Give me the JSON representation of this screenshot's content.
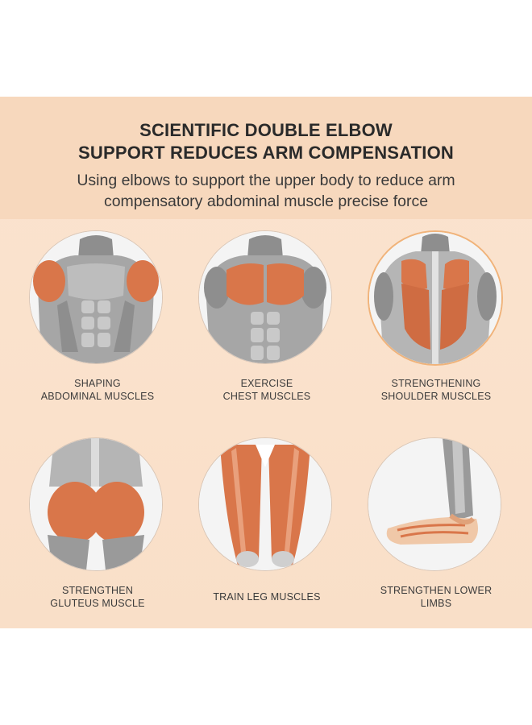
{
  "header": {
    "title_line1": "SCIENTIFIC DOUBLE ELBOW",
    "title_line2": "SUPPORT REDUCES ARM COMPENSATION",
    "subtitle_line1": "Using elbows to support the upper body to reduce arm",
    "subtitle_line2": "compensatory abdominal muscle precise force"
  },
  "cards": [
    {
      "line1": "SHAPING",
      "line2": "ABDOMINAL MUSCLES",
      "icon": "abdominal-muscles-illustration"
    },
    {
      "line1": "EXERCISE",
      "line2": "CHEST MUSCLES",
      "icon": "chest-muscles-illustration"
    },
    {
      "line1": "STRENGTHENING",
      "line2": "SHOULDER MUSCLES",
      "icon": "back-shoulder-muscles-illustration"
    },
    {
      "line1": "STRENGTHEN",
      "line2": "GLUTEUS MUSCLE",
      "icon": "gluteus-muscle-illustration"
    },
    {
      "line1": "TRAIN LEG MUSCLES",
      "line2": "",
      "icon": "leg-muscles-illustration"
    },
    {
      "line1": "STRENGTHEN LOWER",
      "line2": "LIMBS",
      "icon": "lower-limbs-illustration"
    }
  ],
  "colors": {
    "background": "#fae1cb",
    "header_band": "#f7d8bd",
    "muscle_highlight": "#d9764a",
    "body_gray": "#9a9a9a"
  }
}
